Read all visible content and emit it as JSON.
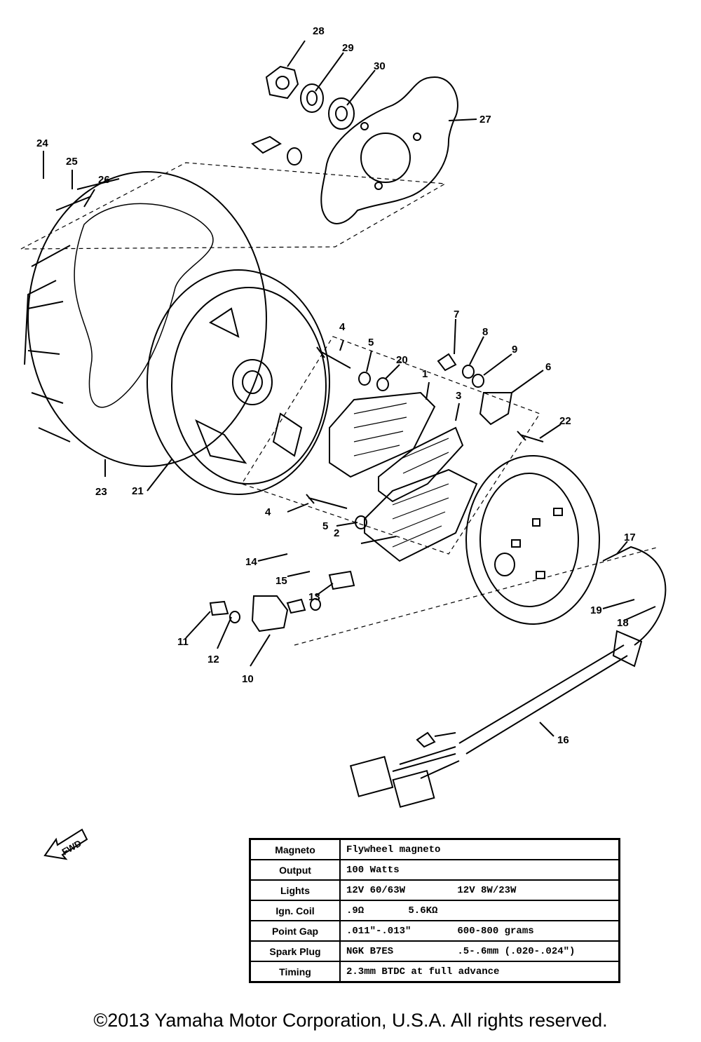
{
  "callouts": [
    "1",
    "2",
    "3",
    "4",
    "4",
    "5",
    "5",
    "6",
    "7",
    "8",
    "9",
    "10",
    "11",
    "12",
    "13",
    "14",
    "15",
    "16",
    "17",
    "18",
    "19",
    "20",
    "21",
    "22",
    "23",
    "24",
    "25",
    "26",
    "27",
    "28",
    "29",
    "30"
  ],
  "fwd_label": "FWD",
  "spec_table": [
    {
      "key": "Magneto",
      "values": [
        "Flywheel magneto"
      ]
    },
    {
      "key": "Output",
      "values": [
        "100 Watts"
      ]
    },
    {
      "key": "Lights",
      "values": [
        "12V 60/63W",
        "12V 8W/23W"
      ]
    },
    {
      "key": "Ign. Coil",
      "values": [
        ".9Ω",
        "5.6KΩ"
      ]
    },
    {
      "key": "Point Gap",
      "values": [
        ".011\"-.013\"",
        "600-800 grams"
      ]
    },
    {
      "key": "Spark Plug",
      "values": [
        "NGK B7ES",
        ".5-.6mm (.020-.024\")"
      ]
    },
    {
      "key": "Timing",
      "values": [
        "2.3mm BTDC at full advance"
      ]
    }
  ],
  "copyright": "©2013 Yamaha Motor Corporation, U.S.A. All rights reserved."
}
